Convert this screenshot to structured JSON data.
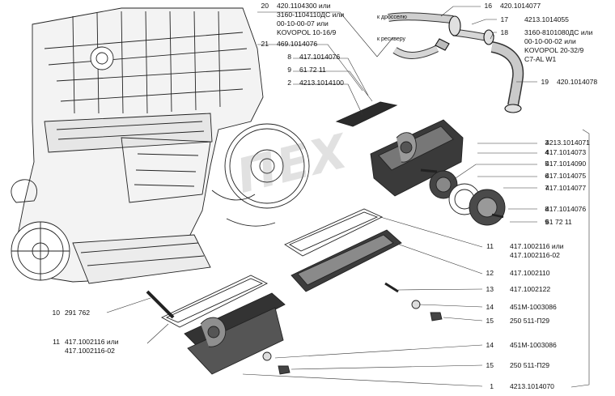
{
  "diagram": {
    "callouts": [
      {
        "id": "c20",
        "num": "20",
        "lines": [
          "420.1104300 или",
          "3160-1104110ДС или",
          "00-10-00-07 или",
          "KOVOPOL 10-16/9"
        ]
      },
      {
        "id": "c21",
        "num": "21",
        "lines": [
          "469.1014076"
        ]
      },
      {
        "id": "c8a",
        "num": "8",
        "lines": [
          "417.1014076"
        ]
      },
      {
        "id": "c9a",
        "num": "9",
        "lines": [
          "61 72 11"
        ]
      },
      {
        "id": "c2",
        "num": "2",
        "lines": [
          "4213.1014100"
        ]
      },
      {
        "id": "c16",
        "num": "16",
        "lines": [
          "420.1014077"
        ]
      },
      {
        "id": "c17",
        "num": "17",
        "lines": [
          "4213.1014055"
        ]
      },
      {
        "id": "c18",
        "num": "18",
        "lines": [
          "3160-8101080ДС или",
          "00-10-00-02 или",
          "KOVOPOL 20-32/9",
          "C7-AL W1"
        ]
      },
      {
        "id": "c19",
        "num": "19",
        "lines": [
          "420.1014078"
        ]
      },
      {
        "id": "c3",
        "num": "3",
        "lines": [
          "4213.1014071"
        ]
      },
      {
        "id": "c4",
        "num": "4",
        "lines": [
          "417.1014073"
        ]
      },
      {
        "id": "c5",
        "num": "5",
        "lines": [
          "417.1014090"
        ]
      },
      {
        "id": "c6",
        "num": "6",
        "lines": [
          "417.1014075"
        ]
      },
      {
        "id": "c7",
        "num": "7",
        "lines": [
          "417.1014077"
        ]
      },
      {
        "id": "c8b",
        "num": "8",
        "lines": [
          "417.1014076"
        ]
      },
      {
        "id": "c9b",
        "num": "9",
        "lines": [
          "61 72 11"
        ]
      },
      {
        "id": "c11a",
        "num": "11",
        "lines": [
          "417.1002116 или",
          "417.1002116-02"
        ]
      },
      {
        "id": "c12",
        "num": "12",
        "lines": [
          "417.1002110"
        ]
      },
      {
        "id": "c13",
        "num": "13",
        "lines": [
          "417.1002122"
        ]
      },
      {
        "id": "c14a",
        "num": "14",
        "lines": [
          "451М-1003086"
        ]
      },
      {
        "id": "c15a",
        "num": "15",
        "lines": [
          "250 511-П29"
        ]
      },
      {
        "id": "c10",
        "num": "10",
        "lines": [
          "291 762"
        ]
      },
      {
        "id": "c11b",
        "num": "11",
        "lines": [
          "417.1002116 или",
          "417.1002116-02"
        ]
      },
      {
        "id": "c14b",
        "num": "14",
        "lines": [
          "451М-1003086"
        ]
      },
      {
        "id": "c15b",
        "num": "15",
        "lines": [
          "250 511-П29"
        ]
      },
      {
        "id": "c1",
        "num": "1",
        "lines": [
          "4213.1014070"
        ]
      }
    ],
    "annotations": {
      "to_throttle": "к дросселю",
      "to_receiver": "к ресиверу"
    },
    "watermark": "ПЕХ"
  }
}
